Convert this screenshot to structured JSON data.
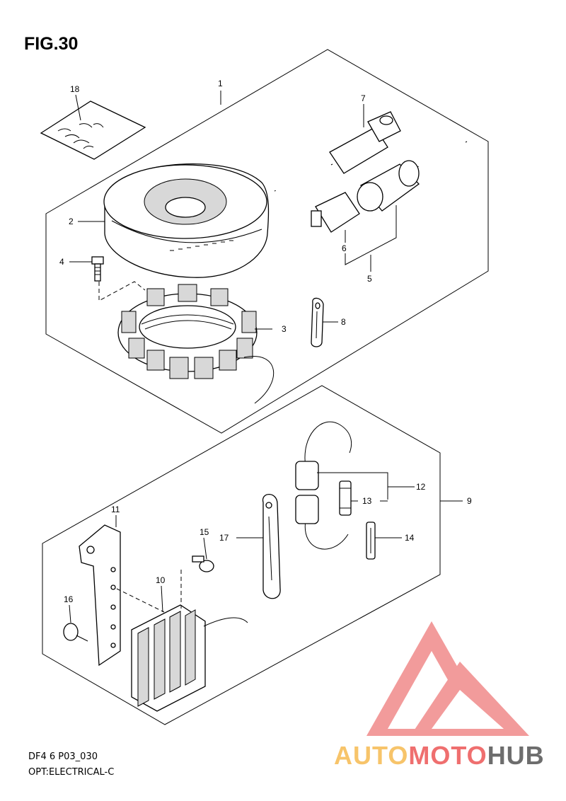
{
  "figure": {
    "title": "FIG.30",
    "code_line_1": "DF4 6 P03_030",
    "code_line_2": "OPT:ELECTRICAL-C"
  },
  "watermark": {
    "text_part_1": "AUTO",
    "text_part_2": "MOTO",
    "text_part_3": "HUB",
    "colors": {
      "auto": "#f7c46a",
      "moto": "#ef6f6f",
      "hub": "#6d6d6d",
      "logo": "#f08a8a"
    }
  },
  "parts": {
    "p1": "1",
    "p2": "2",
    "p3": "3",
    "p4": "4",
    "p5": "5",
    "p6": "6",
    "p7": "7",
    "p8": "8",
    "p9": "9",
    "p10": "10",
    "p11": "11",
    "p12": "12",
    "p13": "13",
    "p14": "14",
    "p15": "15",
    "p16": "16",
    "p17": "17",
    "p18": "18"
  }
}
